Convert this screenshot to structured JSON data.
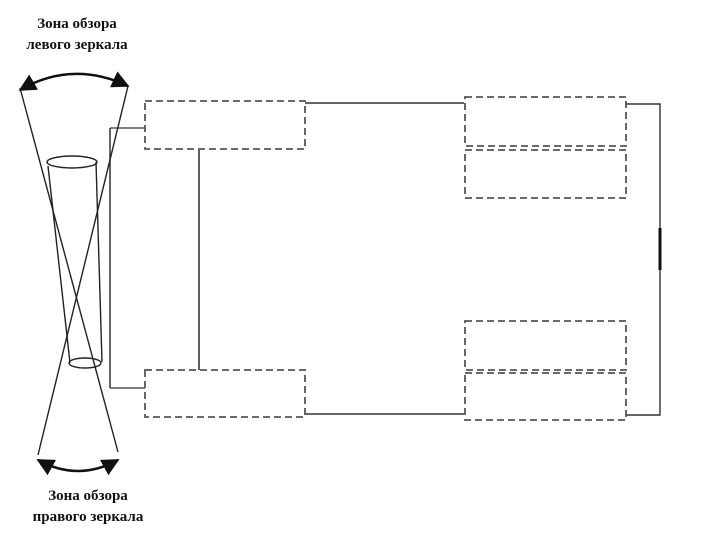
{
  "labels": {
    "left_mirror_zone": [
      "Зона обзора",
      "левого зеркала"
    ],
    "right_mirror_zone": [
      "Зона обзора",
      "правого зеркала"
    ]
  },
  "colors": {
    "line": "#333333",
    "dashed": "#555555",
    "background": "#ffffff"
  }
}
